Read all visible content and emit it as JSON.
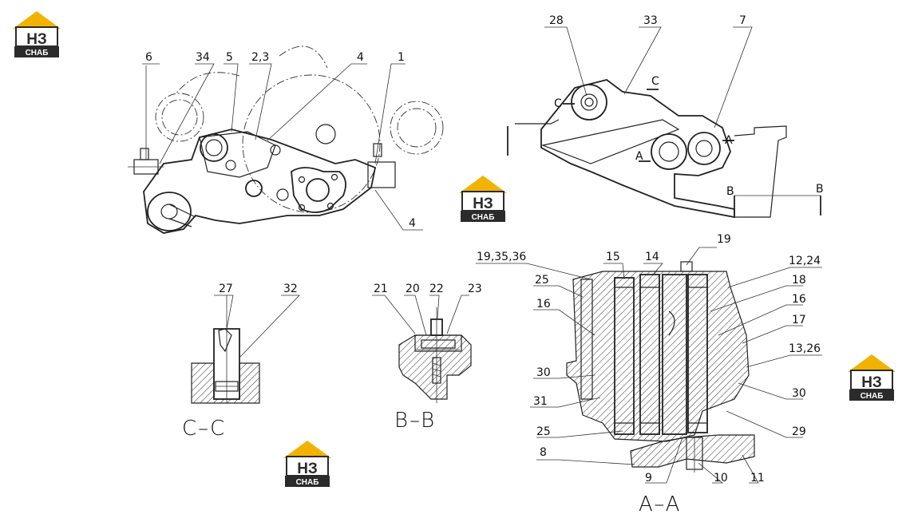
{
  "logo": {
    "letters": "НЗ",
    "caption": "СНАБ",
    "colors": {
      "roof": "#f2b300",
      "dark": "#2b2b2b",
      "text": "#ffffff"
    }
  },
  "callouts": {
    "n6": "6",
    "n34": "34",
    "n5": "5",
    "n2_3": "2,3",
    "n4_top": "4",
    "n1": "1",
    "n4_bottom": "4",
    "n28": "28",
    "n33": "33",
    "n7": "7",
    "c_left": "C",
    "c_right": "C",
    "a_left": "A",
    "a_right": "A",
    "b_left": "B",
    "b_right": "B",
    "n27": "27",
    "n32": "32",
    "n21": "21",
    "n20": "20",
    "n22": "22",
    "n23": "23",
    "n19_35_36": "19,35,36",
    "n15": "15",
    "n14": "14",
    "n19": "19",
    "n12_24": "12,24",
    "n25_top": "25",
    "n18": "18",
    "n16_left": "16",
    "n16_right": "16",
    "n17": "17",
    "n13_26": "13,26",
    "n30_left": "30",
    "n30_right": "30",
    "n31": "31",
    "n29": "29",
    "n25_bottom": "25",
    "n8": "8",
    "n9": "9",
    "n10": "10",
    "n11": "11"
  },
  "sections": {
    "cc": "C–C",
    "bb": "B–B",
    "aa": "A–A"
  }
}
